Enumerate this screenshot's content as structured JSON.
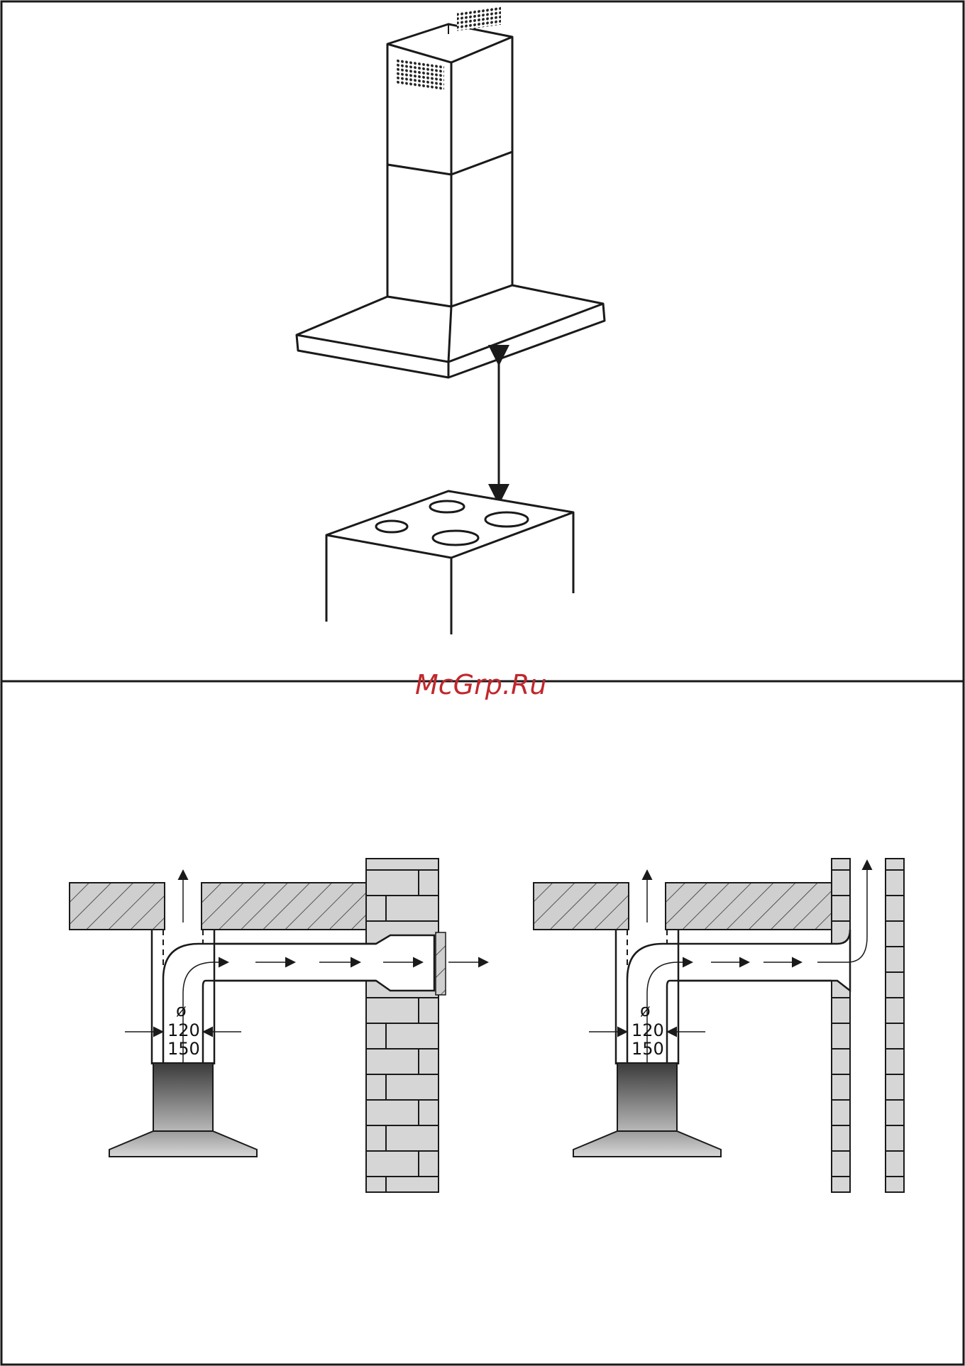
{
  "watermark": "McGrp.Ru",
  "duct_labels": {
    "diameter_symbol": "ø",
    "size_small": "120",
    "size_large": "150"
  },
  "colors": {
    "line": "#1a1a1a",
    "hatch_fill": "#cfcfcf",
    "brick_fill": "#d6d6d6",
    "watermark": "#c0282d"
  }
}
